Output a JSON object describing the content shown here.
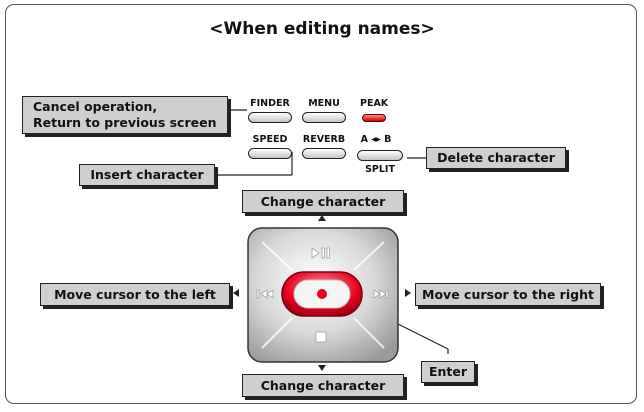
{
  "title": "<When editing names>",
  "buttons": {
    "finder": "FINDER",
    "menu": "MENU",
    "peak": "PEAK",
    "speed": "SPEED",
    "reverb": "REVERB",
    "ab": "A ◂▸ B",
    "split": "SPLIT"
  },
  "callouts": {
    "cancel_line1": "Cancel operation,",
    "cancel_line2": "Return to previous screen",
    "insert": "Insert character",
    "delete": "Delete character",
    "change_top": "Change character",
    "move_left": "Move cursor to the left",
    "move_right": "Move cursor to the right",
    "enter": "Enter",
    "change_bottom": "Change character"
  },
  "colors": {
    "record_red": "#e8001c",
    "callout_fill": "#cfcfcf"
  },
  "icons": {
    "top": "play-pause-icon",
    "left": "skip-back-icon",
    "right": "skip-forward-icon",
    "bottom": "stop-icon",
    "center": "record-icon"
  }
}
